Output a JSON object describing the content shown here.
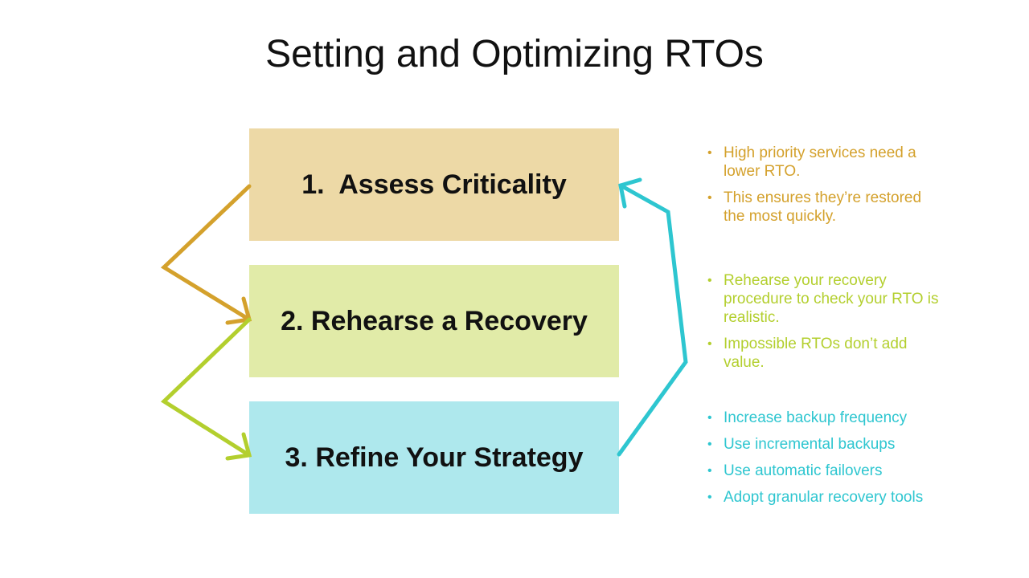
{
  "title": "Setting and Optimizing RTOs",
  "colors": {
    "assess": "#edd9a6",
    "assess_accent": "#d4a12c",
    "rehearse": "#e1eba8",
    "rehearse_accent": "#b3cf2e",
    "refine": "#aee8ed",
    "refine_accent": "#2ec6d0"
  },
  "steps": [
    {
      "label": "1.  Assess Criticality"
    },
    {
      "label": "2. Rehearse a Recovery"
    },
    {
      "label": "3. Refine Your Strategy"
    }
  ],
  "notes": {
    "assess": [
      "High priority services need a lower RTO.",
      "This ensures they’re restored the most quickly."
    ],
    "rehearse": [
      "Rehearse your recovery procedure to check your RTO is realistic.",
      "Impossible RTOs don’t add value."
    ],
    "refine": [
      "Increase backup frequency",
      "Use incremental backups",
      "Use automatic failovers",
      "Adopt granular recovery tools"
    ]
  }
}
